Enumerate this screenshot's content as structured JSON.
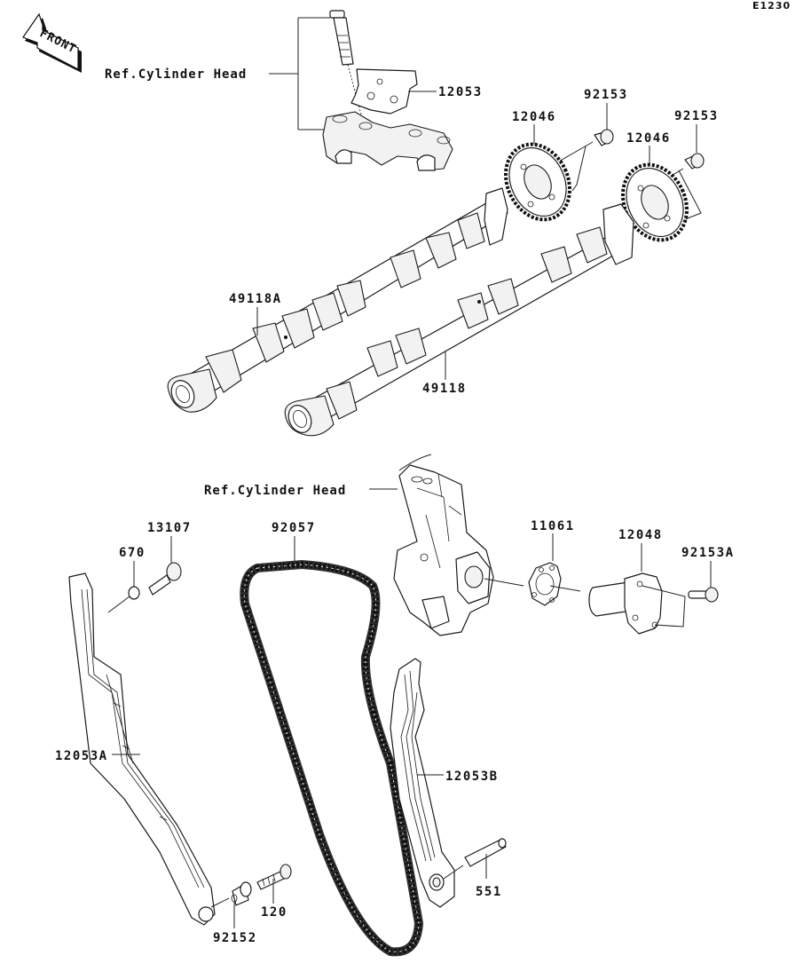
{
  "diagram": {
    "code": "E1230",
    "front_indicator": "FRONT",
    "references": [
      {
        "id": "ref-top",
        "text": "Ref.Cylinder Head"
      },
      {
        "id": "ref-mid",
        "text": "Ref.Cylinder Head"
      }
    ],
    "parts": [
      {
        "number": "12053",
        "name": "camshaft-cap-bracket"
      },
      {
        "number": "92153",
        "name": "sprocket-bolt-intake"
      },
      {
        "number": "12046",
        "name": "cam-sprocket-intake"
      },
      {
        "number": "92153",
        "name": "sprocket-bolt-exhaust"
      },
      {
        "number": "12046",
        "name": "cam-sprocket-exhaust"
      },
      {
        "number": "49118A",
        "name": "camshaft-a"
      },
      {
        "number": "49118",
        "name": "camshaft"
      },
      {
        "number": "13107",
        "name": "guide-bolt"
      },
      {
        "number": "670",
        "name": "o-ring"
      },
      {
        "number": "92057",
        "name": "cam-chain"
      },
      {
        "number": "11061",
        "name": "tensioner-gasket"
      },
      {
        "number": "12048",
        "name": "chain-tensioner"
      },
      {
        "number": "92153A",
        "name": "tensioner-bolt"
      },
      {
        "number": "12053A",
        "name": "chain-guide-a"
      },
      {
        "number": "12053B",
        "name": "chain-guide-b"
      },
      {
        "number": "551",
        "name": "guide-pin"
      },
      {
        "number": "92152",
        "name": "collar"
      },
      {
        "number": "120",
        "name": "guide-bolt-lower"
      }
    ]
  }
}
